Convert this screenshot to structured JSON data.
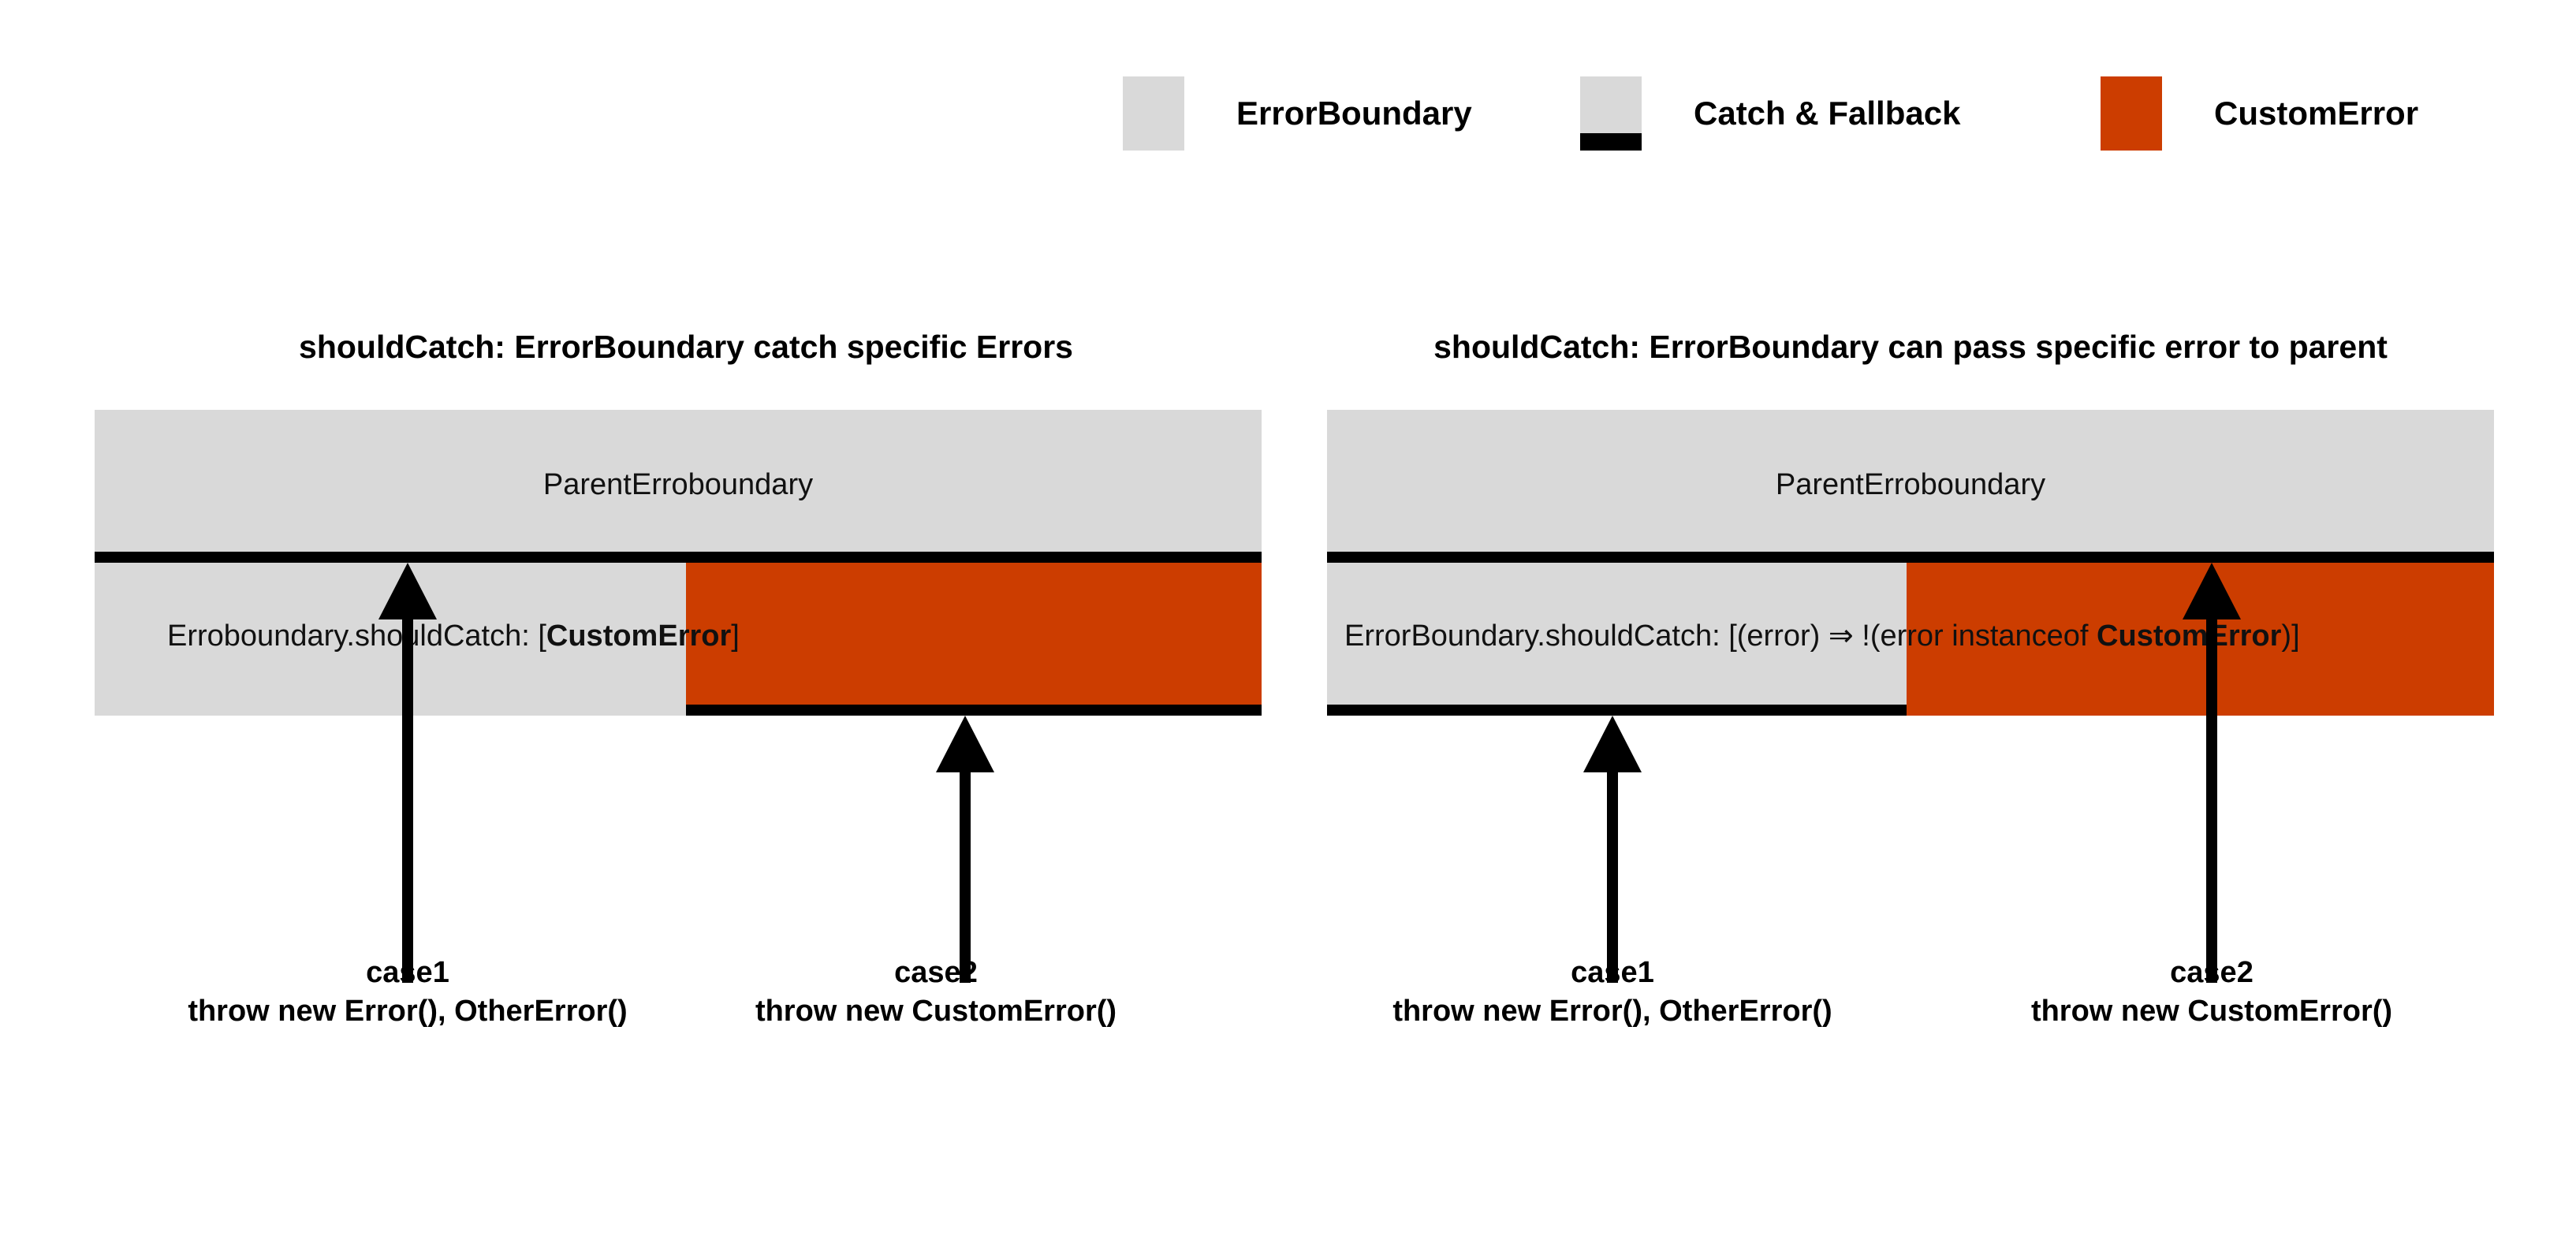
{
  "legend": {
    "items": [
      {
        "label": "ErrorBoundary",
        "swatch": "grey",
        "color": "#d9d9d9"
      },
      {
        "label": "Catch & Fallback",
        "swatch": "grey-with-bar",
        "color": "#d9d9d9",
        "bar_color": "#000000"
      },
      {
        "label": "CustomError",
        "swatch": "orange",
        "color": "#cc3d00"
      }
    ]
  },
  "colors": {
    "grey": "#d9d9d9",
    "orange": "#cc3d00",
    "black": "#000000",
    "background": "#ffffff"
  },
  "panels": [
    {
      "title": "shouldCatch: ErrorBoundary catch specific Errors",
      "parent_label": "ParentErroboundary",
      "child_label_plain_prefix": "Erroboundary.shouldCatch: [",
      "child_label_bold": "CustomError",
      "child_label_plain_suffix": "]",
      "child_label_full": "Erroboundary.shouldCatch: [CustomError]",
      "cases": [
        {
          "name": "case1",
          "code": "throw new Error(), OtherError()"
        },
        {
          "name": "case2",
          "code": "throw new CustomError()"
        }
      ]
    },
    {
      "title": "shouldCatch: ErrorBoundary can pass specific error to parent",
      "parent_label": "ParentErroboundary",
      "child_label_plain_prefix": "ErrorBoundary.shouldCatch: [(error) ⇒ !(error instanceof ",
      "child_label_bold": "CustomError",
      "child_label_plain_suffix": ")]",
      "child_label_full": "ErrorBoundary.shouldCatch: [(error) ⇒ !(error instanceof CustomError)]",
      "cases": [
        {
          "name": "case1",
          "code": "throw new Error(), OtherError()"
        },
        {
          "name": "case2",
          "code": "throw new CustomError()"
        }
      ]
    }
  ]
}
